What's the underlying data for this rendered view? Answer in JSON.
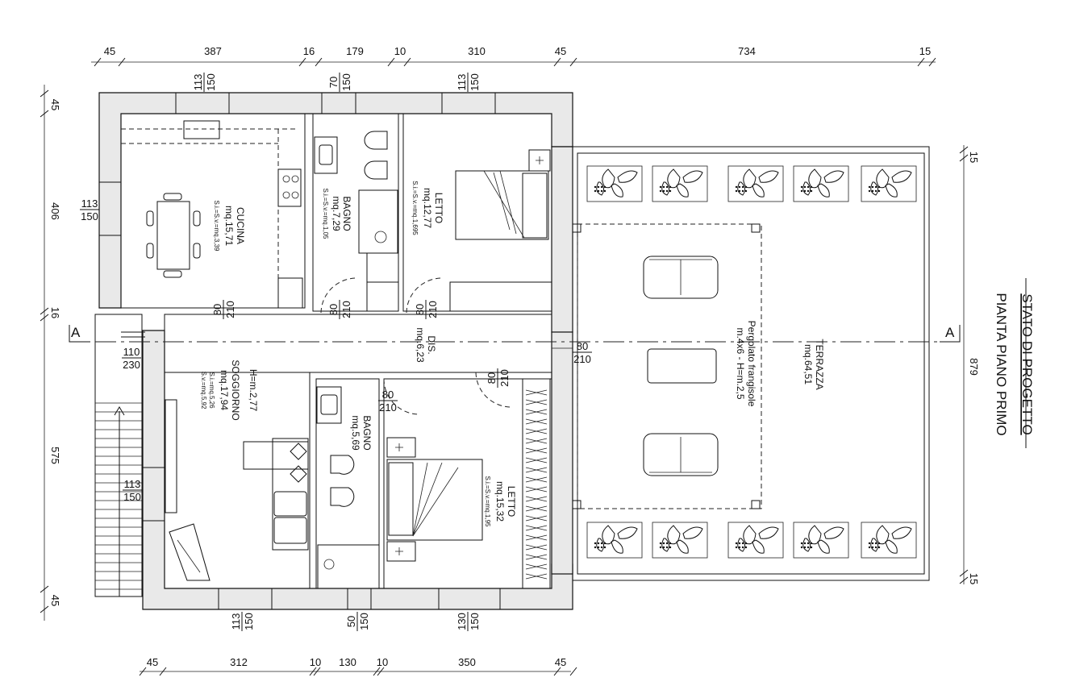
{
  "title": {
    "line1": "STATO DI PROGETTO",
    "line2": "PIANTA PIANO PRIMO"
  },
  "dimensions": {
    "top": [
      "45",
      "387",
      "16",
      "179",
      "10",
      "310",
      "45",
      "734",
      "15"
    ],
    "bottom": [
      "45",
      "312",
      "10",
      "130",
      "10",
      "350",
      "45"
    ],
    "left": [
      "45",
      "406",
      "16",
      "575",
      "45"
    ],
    "right_top": "15",
    "right_mid": "879",
    "right_bottom": "15"
  },
  "section_marker": "A",
  "windows": {
    "top_cucina": [
      "113",
      "150"
    ],
    "top_bagno": [
      "70",
      "150"
    ],
    "top_letto": [
      "113",
      "150"
    ],
    "left_cucina": [
      "113",
      "150"
    ],
    "left_soggiorno": [
      "113",
      "150"
    ],
    "bottom_soggiorno": [
      "113",
      "150"
    ],
    "bottom_bagno": [
      "50",
      "150"
    ],
    "bottom_letto": [
      "130",
      "150"
    ]
  },
  "doors": {
    "cucina": [
      "80",
      "210"
    ],
    "bagno1": [
      "80",
      "210"
    ],
    "letto1": [
      "80",
      "210"
    ],
    "terrazza": [
      "80",
      "210"
    ],
    "letto2": [
      "80",
      "210"
    ],
    "bagno2": [
      "80",
      "210"
    ],
    "ingresso": [
      "110",
      "230"
    ]
  },
  "rooms": {
    "cucina": {
      "name": "CUCINA",
      "area": "mq.15,71",
      "ratio": "S.i.=S.v.=mq.3,39"
    },
    "bagno1": {
      "name": "BAGNO",
      "area": "mq.7,29",
      "ratio": "S.i.=S.v.=mq.1,05"
    },
    "letto1": {
      "name": "LETTO",
      "area": "mq.12,77",
      "ratio": "S.i.=S.v.=mq.1,695"
    },
    "dis": {
      "name": "DIS.",
      "area": "mq.6,23"
    },
    "soggiorno": {
      "name": "SOGGIORNO",
      "height": "H=m.2,77",
      "area": "mq.17,94",
      "ratio1": "S.i.=mq.5,26",
      "ratio2": "S.v.=mq.5,92"
    },
    "bagno2": {
      "name": "BAGNO",
      "area": "mq.5,69"
    },
    "letto2": {
      "name": "LETTO",
      "area": "mq.15,32",
      "ratio": "S.i.=S.v.=mq.1,95"
    },
    "terrazza": {
      "name": "TERRAZZA",
      "area": "mq.64,51"
    },
    "pergolato": {
      "line1": "Pergolato frangisole",
      "line2": "m.4x6 - H=m.2,5"
    }
  }
}
